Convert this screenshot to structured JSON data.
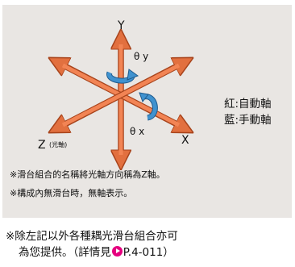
{
  "diagram": {
    "axis_y": "Y",
    "axis_x": "X",
    "axis_z": "Z",
    "axis_z_note": "(光軸)",
    "theta_y": "θ y",
    "theta_x": "θ x",
    "legend_red": "紅:自動軸",
    "legend_blue": "藍:手動軸",
    "colors": {
      "auto_axis": "#f07a4a",
      "manual_axis": "#3f92cf",
      "panel": "#e9e6e3"
    }
  },
  "notes": [
    "※滑台組合的名稱將光軸方向稱為Z軸。",
    "※構成內無滑台時，無軸表示。"
  ],
  "footer": {
    "line1": "※除左記以外各種耦光滑台組合亦可",
    "line2_prefix": "為您提供。（詳情見",
    "ref_icon": "arrow-right-circle-icon",
    "line2_ref": "P.4-011）"
  }
}
